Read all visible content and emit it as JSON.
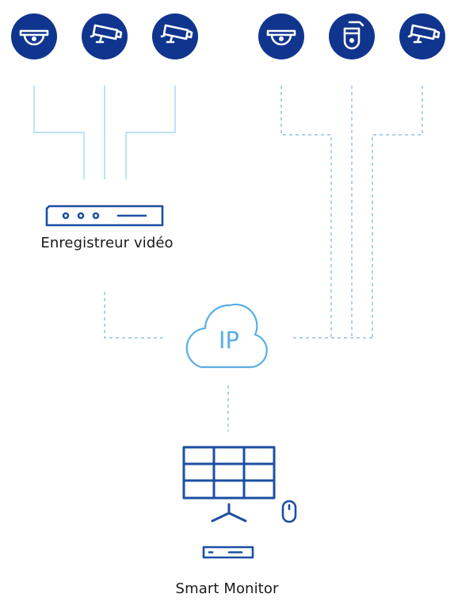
{
  "colors": {
    "camera_circle": "#10358f",
    "icon_stroke": "#1c4fa3",
    "solid_line": "#7cc6ea",
    "dashed_line": "#5ba3dc",
    "cloud": "#5aaee4"
  },
  "cameras_left": [
    {
      "icon": "dome-camera-icon"
    },
    {
      "icon": "bullet-camera-icon"
    },
    {
      "icon": "bullet-camera-icon"
    }
  ],
  "cameras_right": [
    {
      "icon": "dome-camera-icon"
    },
    {
      "icon": "ptz-camera-icon"
    },
    {
      "icon": "bullet-camera-icon"
    }
  ],
  "recorder": {
    "icon": "video-recorder-icon",
    "label": "Enregistreur vidéo"
  },
  "cloud": {
    "icon": "cloud-icon",
    "text": "IP"
  },
  "monitor": {
    "icon": "video-wall-icon",
    "label": "Smart Monitor"
  },
  "accessories": {
    "mouse_icon": "mouse-icon",
    "device_icon": "recorder-device-icon"
  }
}
